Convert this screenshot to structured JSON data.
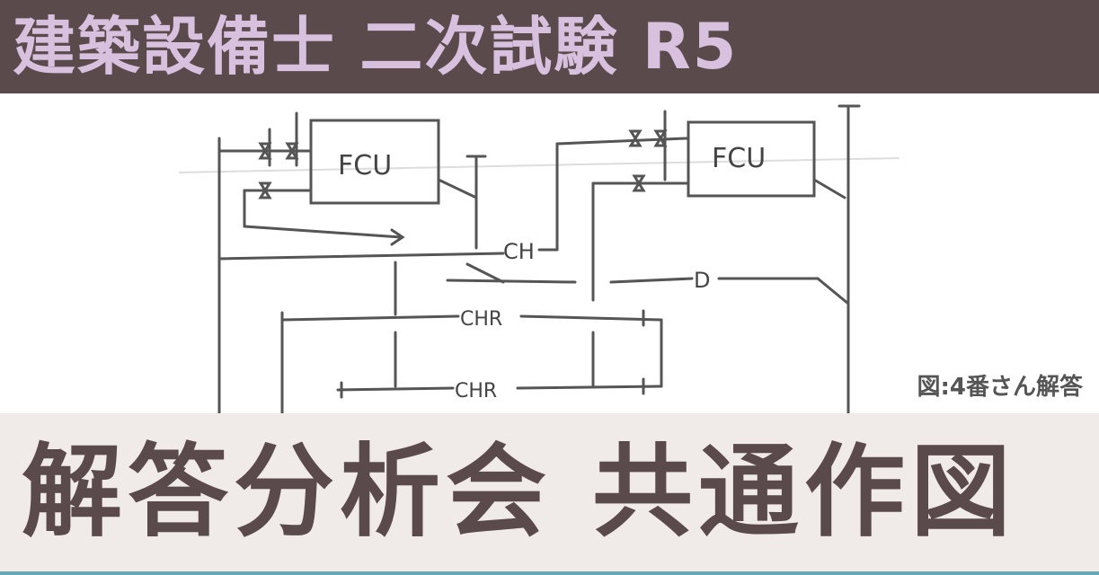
{
  "banner": {
    "title": "建築設備士 二次試験 R5",
    "bg_color": "#5b4a4c",
    "text_color": "#d7c1de"
  },
  "sketch": {
    "unit_labels": [
      "FCU",
      "FCU"
    ],
    "pipe_labels": [
      "CH",
      "D",
      "CHR",
      "CHR"
    ],
    "caption": "図:4番さん解答"
  },
  "footer": {
    "title": "解答分析会 共通作図",
    "bg_color": "#f0ebe8",
    "text_color": "#5b4a4c",
    "accent_line_color": "#6aa7b4"
  }
}
